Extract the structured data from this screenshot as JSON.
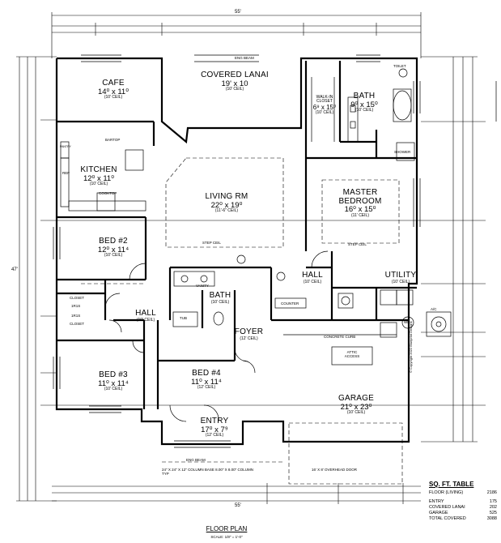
{
  "rooms": {
    "cafe": {
      "name": "CAFE",
      "size": "14⁰ x 11⁰",
      "ceil": "(10' CEIL)"
    },
    "covered_lanai": {
      "name": "COVERED LANAI",
      "size": "19' x 10",
      "ceil": "(10' CEIL)"
    },
    "bath_master": {
      "name": "BATH",
      "size": "9⁰ x 15⁰",
      "ceil": "(10' CEIL)"
    },
    "walk_in_closet": {
      "name": "WALK-IN CLOSET",
      "size": "6⁹ x 15⁰",
      "ceil": "(10' CEIL)"
    },
    "kitchen": {
      "name": "KITCHEN",
      "size": "12⁰ x 11⁰",
      "ceil": "(10' CEIL)"
    },
    "living_rm": {
      "name": "LIVING RM",
      "size": "22⁰ x 19⁰",
      "ceil": "(11'-6\" CEIL)"
    },
    "master_bedroom": {
      "name": "MASTER BEDROOM",
      "size": "16⁰ x 15⁰",
      "ceil": "(11' CEIL)"
    },
    "bed2": {
      "name": "BED #2",
      "size": "12⁰ x 11⁴",
      "ceil": "(10' CEIL)"
    },
    "hall_right": {
      "name": "HALL",
      "ceil": "(10' CEIL)"
    },
    "utility": {
      "name": "UTILITY",
      "ceil": "(10' CEIL)"
    },
    "hall_left": {
      "name": "HALL",
      "ceil": "(10' CEIL)"
    },
    "bath2": {
      "name": "BATH",
      "ceil": "(10' CEIL)"
    },
    "foyer": {
      "name": "FOYER",
      "ceil": "(12' CEIL)"
    },
    "bed3": {
      "name": "BED #3",
      "size": "11⁰ x 11⁴",
      "ceil": "(10' CEIL)"
    },
    "bed4": {
      "name": "BED #4",
      "size": "11⁰ x 11⁴",
      "ceil": "(12' CEIL)"
    },
    "entry": {
      "name": "ENTRY",
      "size": "17⁰ x 7⁹",
      "ceil": "(12' CEIL)"
    },
    "garage": {
      "name": "GARAGE",
      "size": "21⁰ x 23⁰",
      "ceil": "(10' CEIL)"
    }
  },
  "annotations": {
    "bartop": "BARTOP",
    "cooktop": "COOKTOP",
    "ref": "REF",
    "pantry": "PANTRY",
    "step_ceil": "STEP CEIL",
    "counter": "COUNTER",
    "closet": "CLOSET",
    "closet_1r1s": "1R1S",
    "tub": "TUB",
    "vanity": "VANITY",
    "toilet": "TOILET",
    "shower": "SHOWER",
    "concrete_curb": "CONCRETE CURB",
    "attic_access": "ATTIC ACCESS",
    "overhead_door": "16' X 8' OVERHEAD DOOR",
    "ac": "A/C",
    "wh": "WH",
    "eng_beam_top": "ENG BEAM",
    "eng_beam_bottom": "ENG BEAM",
    "column_note": "24\" X 24\" X 12\" COLUMN BASE 8.00\" X 8.00\" COLUMN TYP",
    "dim_top": "55'",
    "dim_left": "47'",
    "dim_bottom": "55'"
  },
  "sq_ft_table": {
    "title": "SQ. FT. TABLE",
    "floor_label": "FLOOR (LIVING)",
    "floor_value": "2186",
    "rows": [
      {
        "label": "ENTRY",
        "value": "175"
      },
      {
        "label": "COVERED LANAI",
        "value": "202"
      },
      {
        "label": "GARAGE",
        "value": "525"
      },
      {
        "label": "TOTAL COVERED",
        "value": "3088"
      }
    ]
  },
  "title_block": {
    "title": "FLOOR PLAN",
    "scale": "SCALE: 1/8\" = 1'-0\"",
    "copyright": "© Copyright 2022 Blueprint Designs"
  }
}
